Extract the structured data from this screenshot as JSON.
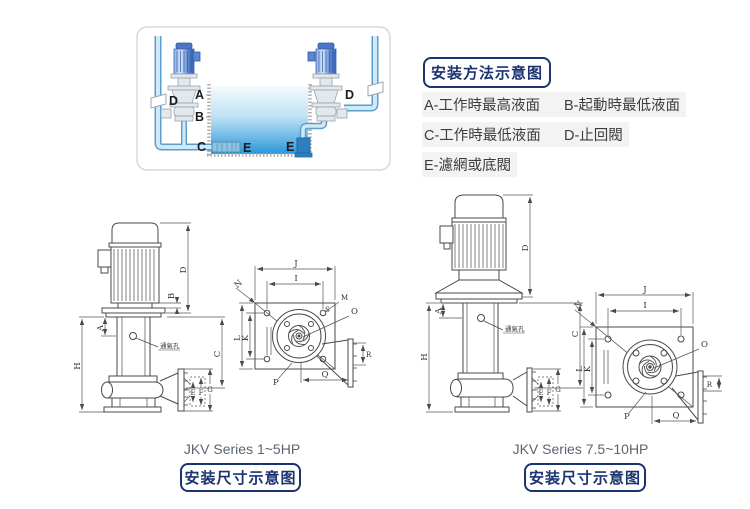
{
  "method": {
    "title": "安装方法示意图",
    "legend": {
      "a": "A-工作時最高液面",
      "b": "B-起動時最低液面",
      "c": "C-工作時最低液面",
      "d": "D-止回閥",
      "e": "E-濾網或底閥"
    },
    "marks": {
      "a": "A",
      "b": "B",
      "c": "C",
      "d": "D",
      "e": "E"
    }
  },
  "drawings": {
    "left_caption": "JKV Series 1~5HP",
    "right_caption": "JKV Series 7.5~10HP",
    "box_label": "安装尺寸示意图",
    "vent_label": "通氣孔",
    "letters": {
      "a": "A",
      "b": "B",
      "c": "C",
      "d": "D",
      "e": "E",
      "f": "F",
      "g": "G",
      "h": "H",
      "i": "I",
      "j": "J",
      "k": "K",
      "l": "L",
      "m": "M",
      "n": "N",
      "o": "O",
      "p": "P",
      "q": "Q",
      "r": "R",
      "s": "S"
    }
  },
  "colors": {
    "navy": "#1b336e",
    "line_art": "#4a4a4a",
    "pipe_edge": "#5b9ec9",
    "pipe_fill": "#cfe9f7",
    "water_top": "#f5fbfe",
    "water_bottom": "#2b97da",
    "motor_blue": "#5b86d2"
  }
}
